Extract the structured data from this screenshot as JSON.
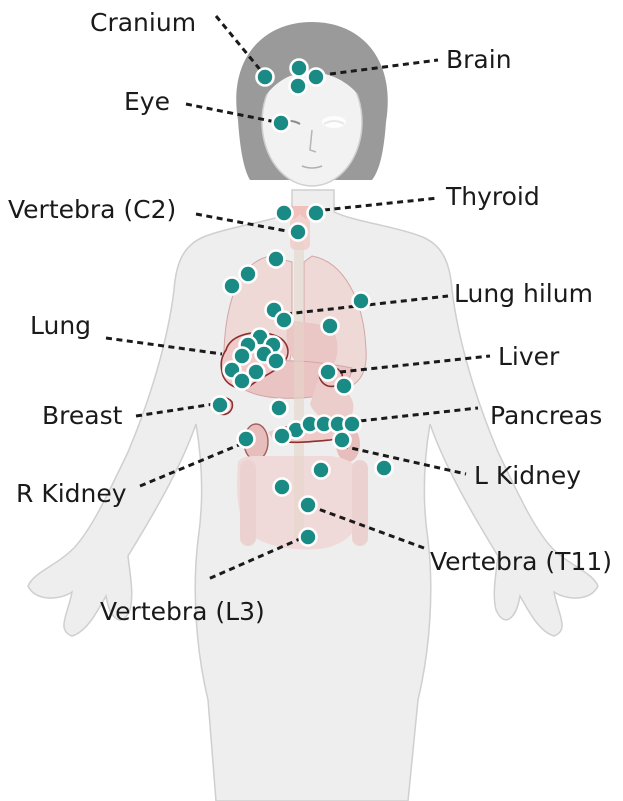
{
  "figure": {
    "labels": [
      {
        "key": "cranium",
        "text": "Cranium"
      },
      {
        "key": "brain",
        "text": "Brain"
      },
      {
        "key": "eye",
        "text": "Eye"
      },
      {
        "key": "vertebra_c2",
        "text": "Vertebra (C2)"
      },
      {
        "key": "thyroid",
        "text": "Thyroid"
      },
      {
        "key": "lung_hilum",
        "text": "Lung hilum"
      },
      {
        "key": "lung",
        "text": "Lung"
      },
      {
        "key": "liver",
        "text": "Liver"
      },
      {
        "key": "breast",
        "text": "Breast"
      },
      {
        "key": "pancreas",
        "text": "Pancreas"
      },
      {
        "key": "l_kidney",
        "text": "L Kidney"
      },
      {
        "key": "r_kidney",
        "text": "R Kidney"
      },
      {
        "key": "vertebra_t11",
        "text": "Vertebra (T11)"
      },
      {
        "key": "vertebra_l3",
        "text": "Vertebra (L3)"
      }
    ],
    "colors": {
      "marker": "#1a8a84",
      "marker_outline": "#ffffff",
      "body_fill": "#eeeeee",
      "hair": "#9a9a9a",
      "organ_tint": "#e8b7b4",
      "lesion_outline": "#8c2f2f",
      "text": "#1a1a1a"
    }
  }
}
